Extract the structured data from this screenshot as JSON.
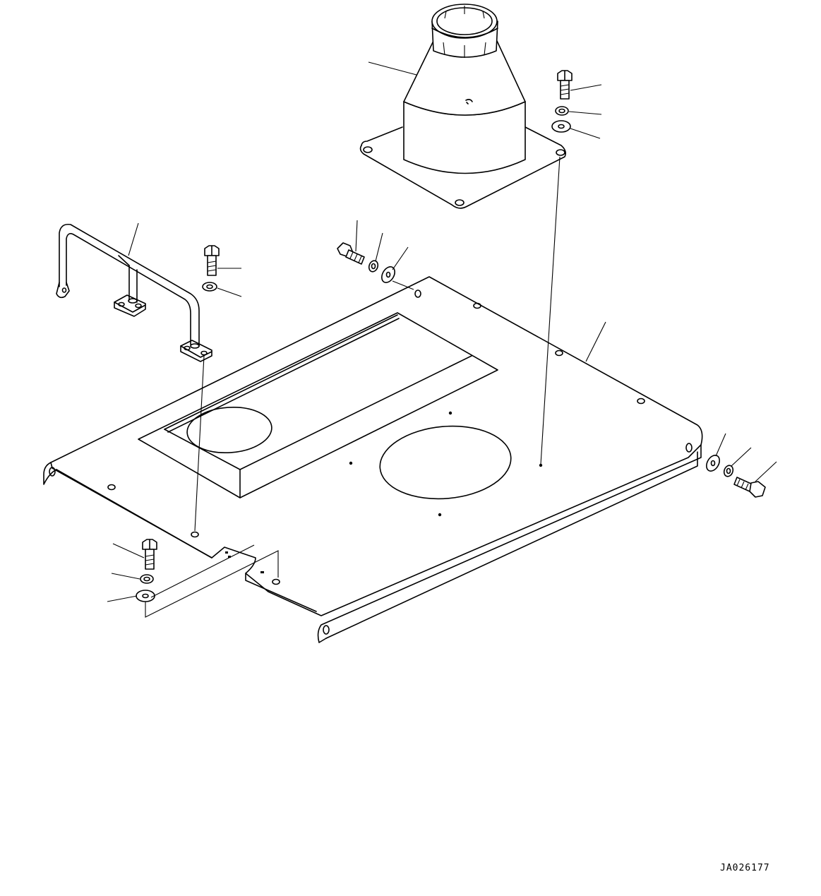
{
  "drawing": {
    "code": "JA026177",
    "parts": [
      {
        "name": "duct",
        "icon": "duct-icon"
      },
      {
        "name": "handrail",
        "icon": "handrail-icon"
      },
      {
        "name": "cover-plate",
        "icon": "cover-plate-icon"
      },
      {
        "name": "bolt",
        "icon": "bolt-icon"
      },
      {
        "name": "lock-washer",
        "icon": "lock-washer-icon"
      },
      {
        "name": "plain-washer",
        "icon": "washer-icon"
      }
    ],
    "colors": {
      "ink": "#000000",
      "paper": "#ffffff"
    }
  }
}
